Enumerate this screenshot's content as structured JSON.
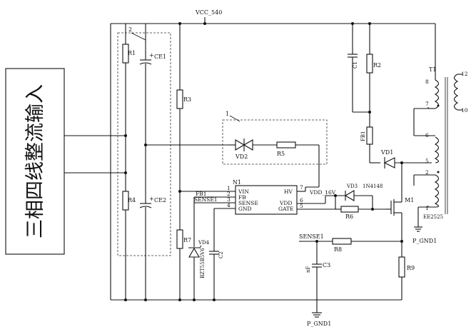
{
  "input_box": {
    "label": "三相四线整流输入"
  },
  "nets": {
    "vcc": "VCC_540",
    "vdd": "VDD_16V",
    "pgnd1": "P_GND1",
    "pgnd1_bottom": "P_GND1",
    "sense": "SENSE1"
  },
  "groups": {
    "g1": "1",
    "g2": "2"
  },
  "components": {
    "R1": "R1",
    "CE1": "CE1",
    "R4": "R4",
    "CE2": "CE2",
    "R3": "R3",
    "R7": "R7",
    "VD4": "VD4",
    "VD4_part": "BZT55B5V6",
    "C2": "C2",
    "VD2": "VD2",
    "R5": "R5",
    "C1": "C1",
    "R2": "R2",
    "FB1": "FB1",
    "VD1": "VD1",
    "VD3": "VD3",
    "VD3_part": "1N4148",
    "R6": "R6",
    "M1": "M1",
    "R8": "R8",
    "R9": "R9",
    "C3": "C3",
    "C3_value": "nF",
    "T1": "T1",
    "T1_core": "EE2525"
  },
  "ic": {
    "ref": "N1",
    "pins": [
      {
        "num": "1",
        "name": "VIN",
        "net": ""
      },
      {
        "num": "2",
        "name": "FB",
        "net": "FB1"
      },
      {
        "num": "3",
        "name": "SENSE",
        "net": "SENSE1"
      },
      {
        "num": "4",
        "name": "GND",
        "net": ""
      }
    ],
    "right_pins": [
      {
        "num": "7",
        "name": "HV"
      },
      {
        "num": "6",
        "name": "VDD"
      },
      {
        "num": "5",
        "name": "GATE"
      }
    ]
  },
  "transformer_pins": [
    "8",
    "7",
    "6",
    "5",
    "2",
    "1",
    "12",
    "10"
  ],
  "plus_sign": "+"
}
